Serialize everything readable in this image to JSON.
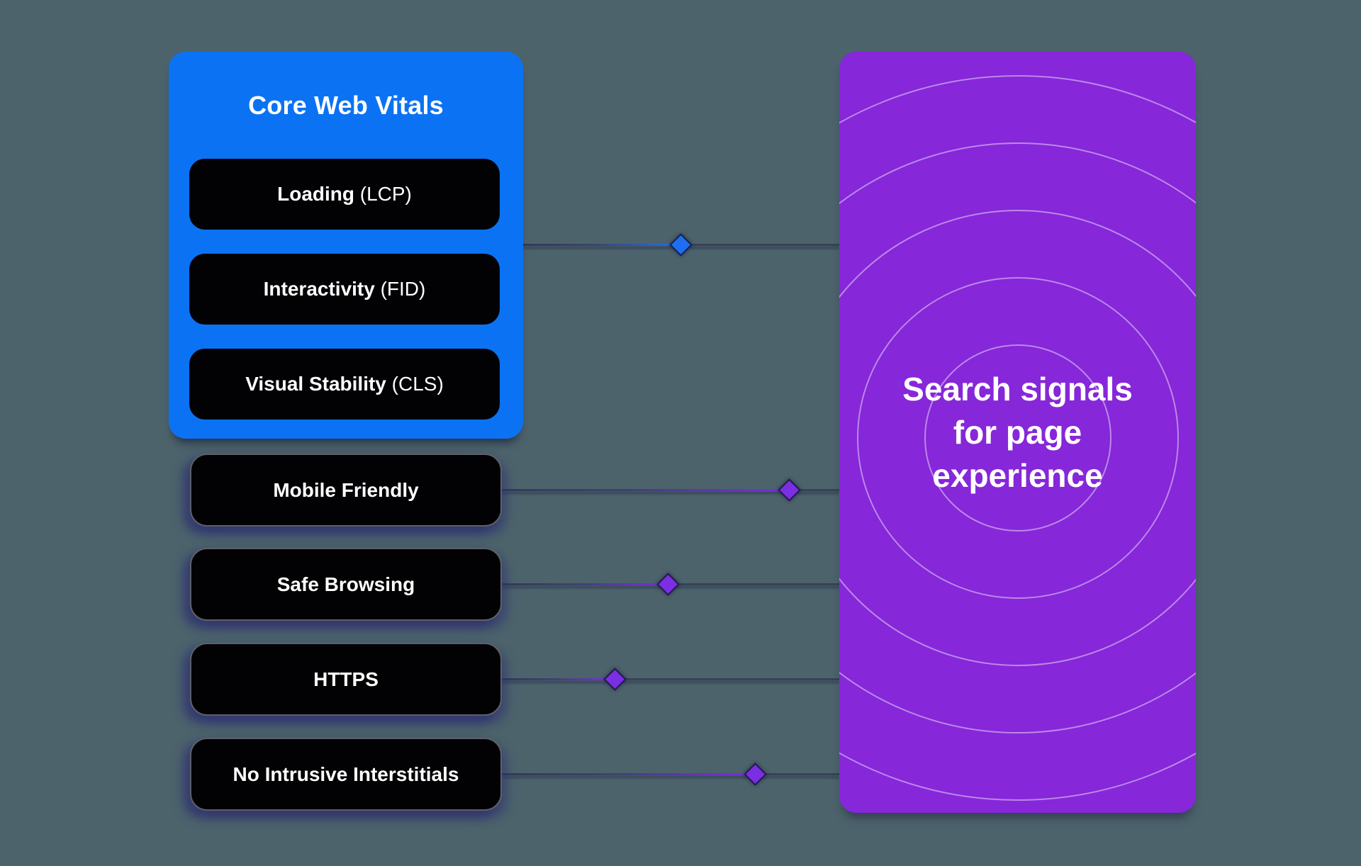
{
  "colors": {
    "background": "#4c636c",
    "core_panel": "#0b73f3",
    "target_panel": "#8627d9",
    "pill_background": "#020204",
    "pill_border": "#5e6067",
    "connector_line": "#3a4157",
    "accent_blue": "#1f6ef2",
    "accent_purple": "#7b2fe2",
    "ripple_line": "rgba(255,255,255,0.45)",
    "text": "#ffffff"
  },
  "core_panel": {
    "title": "Core Web Vitals",
    "items": [
      {
        "label": "Loading",
        "code": " (LCP)"
      },
      {
        "label": "Interactivity",
        "code": " (FID)"
      },
      {
        "label": "Visual Stability",
        "code": " (CLS)"
      }
    ]
  },
  "signal_pills": [
    "Mobile Friendly",
    "Safe Browsing",
    "HTTPS",
    "No Intrusive Interstitials"
  ],
  "target_panel": {
    "title_lines": [
      "Search signals",
      "for page",
      "experience"
    ]
  }
}
